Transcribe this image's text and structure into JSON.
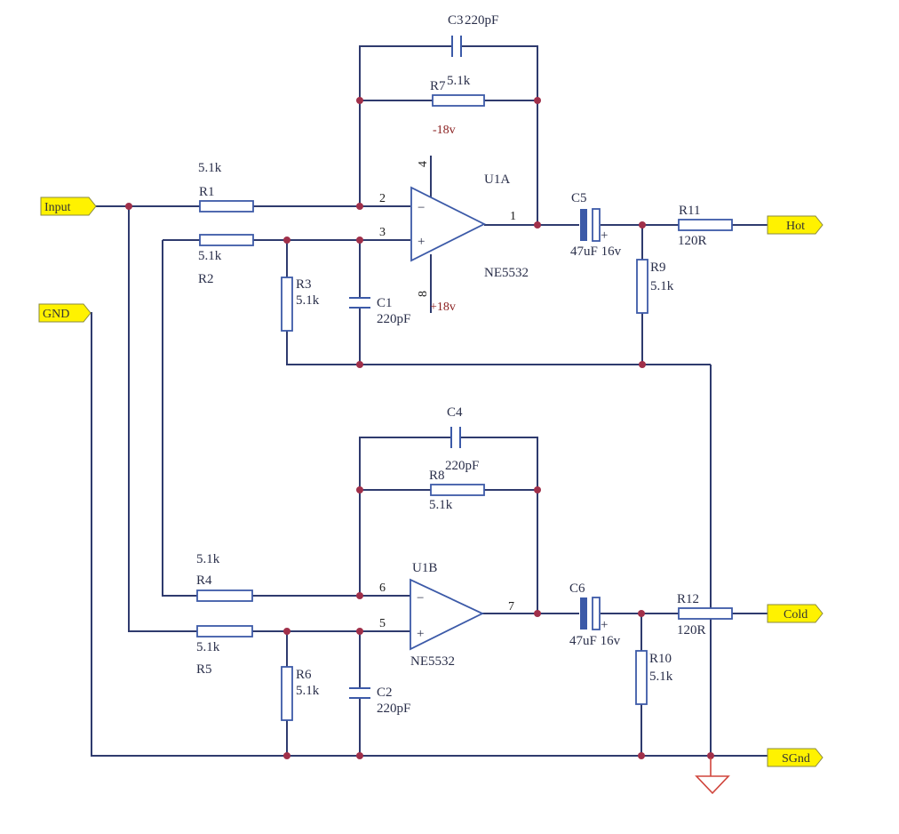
{
  "ports": {
    "input": "Input",
    "gnd": "GND",
    "hot": "Hot",
    "cold": "Cold",
    "sgnd": "SGnd"
  },
  "top_amp": {
    "designator": "U1A",
    "part": "NE5532",
    "pin_inv": "2",
    "pin_noninv": "3",
    "pin_out": "1",
    "pin_vneg": "4",
    "pin_vpos": "8",
    "vneg": "-18v",
    "vpos": "+18v",
    "minus": "−",
    "plus": "+"
  },
  "bottom_amp": {
    "designator": "U1B",
    "part": "NE5532",
    "pin_inv": "6",
    "pin_noninv": "5",
    "pin_out": "7",
    "minus": "−",
    "plus": "+"
  },
  "parts": {
    "r1": {
      "name": "R1",
      "value": "5.1k"
    },
    "r2": {
      "name": "R2",
      "value": "5.1k"
    },
    "r3": {
      "name": "R3",
      "value": "5.1k"
    },
    "r4": {
      "name": "R4",
      "value": "5.1k"
    },
    "r5": {
      "name": "R5",
      "value": "5.1k"
    },
    "r6": {
      "name": "R6",
      "value": "5.1k"
    },
    "r7": {
      "name": "R7",
      "value": "5.1k"
    },
    "r8": {
      "name": "R8",
      "value": "5.1k"
    },
    "r9": {
      "name": "R9",
      "value": "5.1k"
    },
    "r10": {
      "name": "R10",
      "value": "5.1k"
    },
    "r11": {
      "name": "R11",
      "value": "120R"
    },
    "r12": {
      "name": "R12",
      "value": "120R"
    },
    "c1": {
      "name": "C1",
      "value": "220pF"
    },
    "c2": {
      "name": "C2",
      "value": "220pF"
    },
    "c3": {
      "name": "C3",
      "value": "220pF"
    },
    "c4": {
      "name": "C4",
      "value": "220pF"
    },
    "c5": {
      "name": "C5",
      "value": "47uF 16v",
      "plus": "+"
    },
    "c6": {
      "name": "C6",
      "value": "47uF 16v",
      "plus": "+"
    }
  },
  "colors": {
    "wire": "#2f3b6e",
    "component": "#3c5aa8",
    "junction": "#a0304a",
    "port_fill": "#fff200",
    "ground_symbol": "#d0453c",
    "supply_label": "#8a1f1f"
  }
}
